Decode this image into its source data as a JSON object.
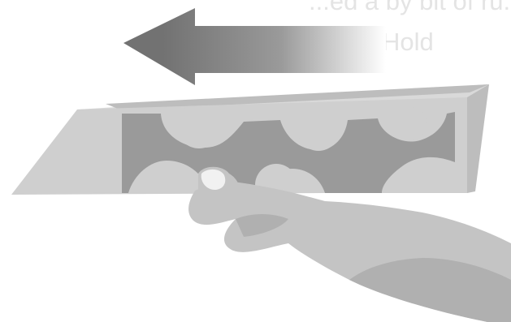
{
  "illustration": {
    "subject": "hand-launching-folded-paper-airplane",
    "direction": "left",
    "colors": {
      "background": "#ffffff",
      "arrow_dark": "#727272",
      "arrow_light": "#ffffff",
      "plane_light": "#cfcfcf",
      "plane_mid": "#bdbdbd",
      "plane_edge": "#d9d9d9",
      "pattern_dark": "#9a9a9a",
      "hand": "#c4c4c4",
      "hand_shadow": "#b0b0b0",
      "nail": "#f1f1f1"
    }
  },
  "show_through": {
    "line_1": "...ed a by bit of ru...",
    "line_2": "Hold"
  }
}
